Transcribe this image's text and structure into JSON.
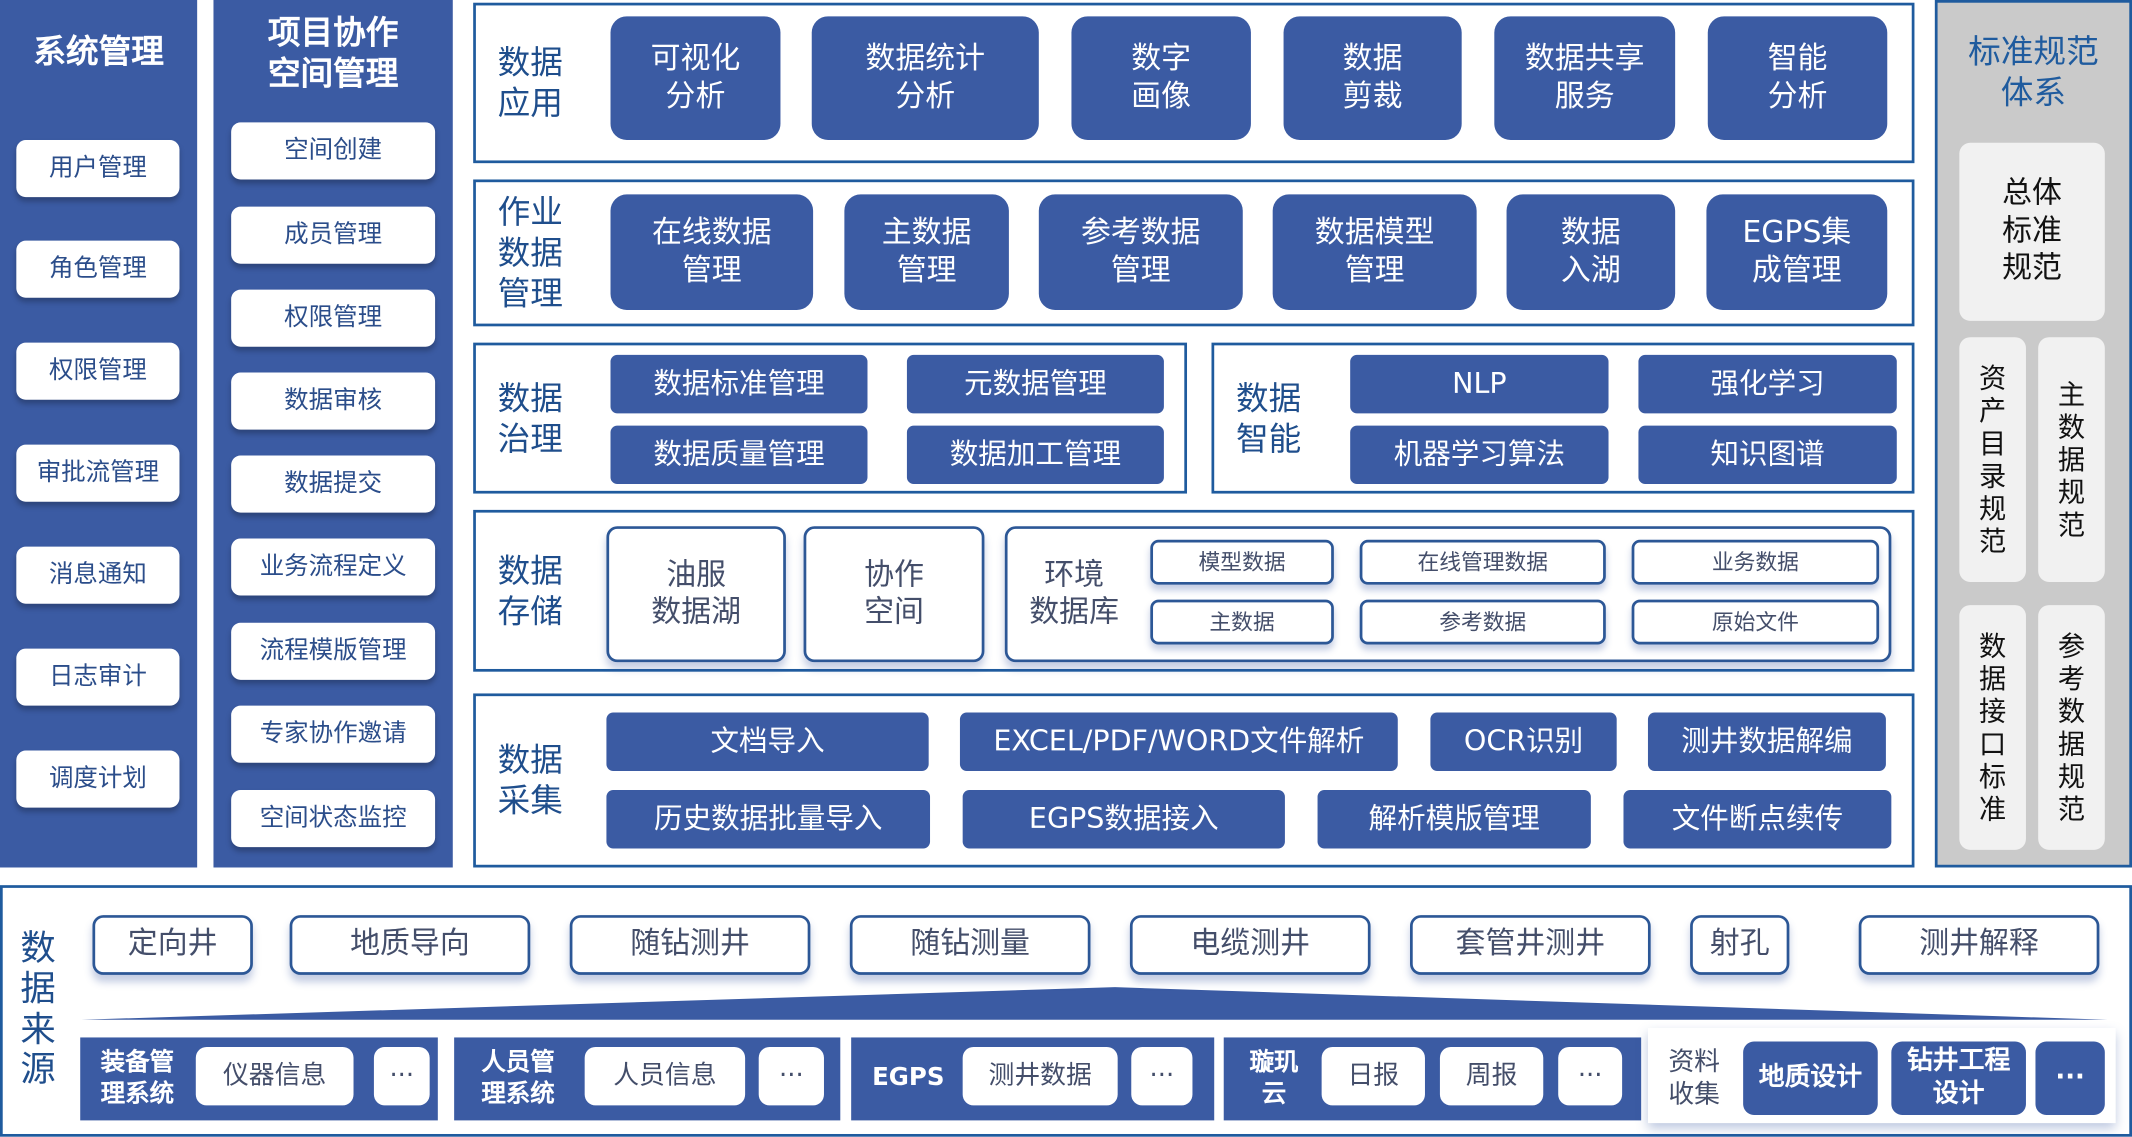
{
  "system_mgmt": {
    "title": "系统管理",
    "items": [
      "用户管理",
      "角色管理",
      "权限管理",
      "审批流管理",
      "消息通知",
      "日志审计",
      "调度计划"
    ]
  },
  "space_mgmt": {
    "title": "项目协作\n空间管理",
    "items": [
      "空间创建",
      "成员管理",
      "权限管理",
      "数据审核",
      "数据提交",
      "业务流程定义",
      "流程模版管理",
      "专家协作邀请",
      "空间状态监控"
    ]
  },
  "data_app": {
    "label": "数据\n应用",
    "items": [
      "可视化\n分析",
      "数据统计\n分析",
      "数字\n画像",
      "数据\n剪裁",
      "数据共享\n服务",
      "智能\n分析"
    ]
  },
  "job_data": {
    "label": "作业\n数据\n管理",
    "items": [
      "在线数据\n管理",
      "主数据\n管理",
      "参考数据\n管理",
      "数据模型\n管理",
      "数据\n入湖",
      "EGPS集\n成管理"
    ]
  },
  "governance": {
    "label": "数据\n治理",
    "items": [
      "数据标准管理",
      "元数据管理",
      "数据质量管理",
      "数据加工管理"
    ]
  },
  "intelligence": {
    "label": "数据\n智能",
    "items": [
      "NLP",
      "强化学习",
      "机器学习算法",
      "知识图谱"
    ]
  },
  "storage": {
    "label": "数据\n存储",
    "lake": "油服\n数据湖",
    "collab": "协作\n空间",
    "envdb": {
      "label": "环境\n数据库",
      "items": [
        "模型数据",
        "在线管理数据",
        "业务数据",
        "主数据",
        "参考数据",
        "原始文件"
      ]
    }
  },
  "collection": {
    "label": "数据\n采集",
    "items": [
      "文档导入",
      "EXCEL/PDF/WORD文件解析",
      "OCR识别",
      "测井数据解编",
      "历史数据批量导入",
      "EGPS数据接入",
      "解析模版管理",
      "文件断点续传"
    ]
  },
  "standards": {
    "title": "标准规范\n体系",
    "overall": "总体\n标准\n规范",
    "items": [
      "资\n产\n目\n录\n规\n范",
      "主\n数\n据\n规\n范",
      "数\n据\n接\n口\n标\n准",
      "参\n考\n数\n据\n规\n范"
    ]
  },
  "sources": {
    "label": "数\n据\n来\n源",
    "top": [
      "定向井",
      "地质导向",
      "随钻测井",
      "随钻测量",
      "电缆测井",
      "套管井测井",
      "射孔",
      "测井解释"
    ],
    "groups": [
      {
        "label": "装备管\n理系统",
        "items": [
          "仪器信息",
          "···"
        ]
      },
      {
        "label": "人员管\n理系统",
        "items": [
          "人员信息",
          "···"
        ]
      },
      {
        "label": "EGPS",
        "items": [
          "测井数据",
          "···"
        ]
      },
      {
        "label": "璇玑\n云",
        "items": [
          "日报",
          "周报",
          "···"
        ]
      },
      {
        "label": "资料\n收集",
        "items": [
          "地质设计",
          "钻井工程\n设计",
          "···"
        ]
      }
    ]
  },
  "colors": {
    "primary": "#3b5ba3",
    "border": "#1f5b9e",
    "panel_gray": "#cacaca"
  }
}
